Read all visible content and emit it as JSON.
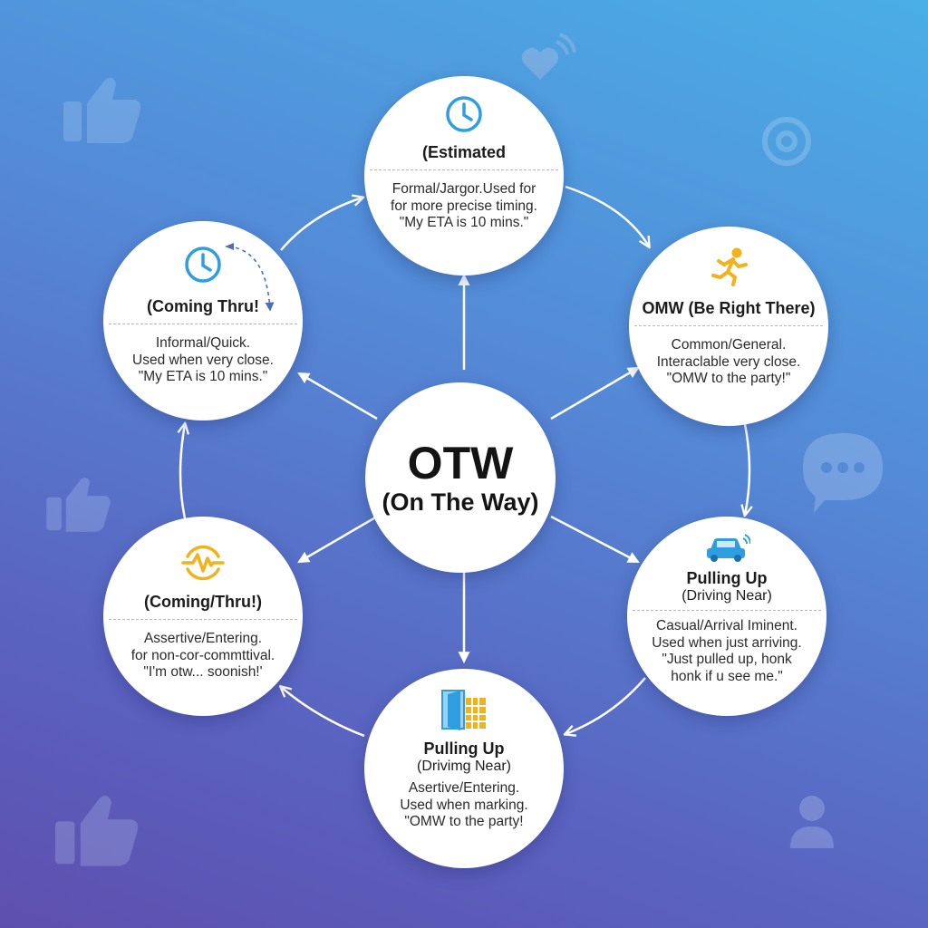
{
  "center": {
    "title": "OTW",
    "subtitle": "(On The Way)"
  },
  "nodes": [
    {
      "id": "top",
      "icon": "clock-icon",
      "icon_color": "#2f9ee0",
      "title": "(Estimated",
      "lines": [
        "Formal/Jargor.Used for",
        "for more precise timing.",
        "\"My ETA is 10 mins.\""
      ]
    },
    {
      "id": "upper-right",
      "icon": "running-person-icon",
      "icon_color": "#f2b21c",
      "title": "OMW (Be Right There)",
      "lines": [
        "Common/General.",
        "Interaclable very close.",
        "\"OMW to the party!\""
      ]
    },
    {
      "id": "lower-right",
      "icon": "car-icon",
      "icon_color": "#2f9ee0",
      "title": "Pulling Up",
      "subtitle": "(Driving Near)",
      "lines": [
        "Casual/Arrival Iminent.",
        "Used when just arriving.",
        "\"Just pulled up, honk",
        "honk if u see me.\""
      ]
    },
    {
      "id": "bottom",
      "icon": "door-icon",
      "icon_color": "#2f9ee0",
      "title": "Pulling Up",
      "subtitle": "(Drivimg Near)",
      "lines": [
        "Asertive/Entering.",
        "Used when marking.",
        "\"OMW to the party!"
      ]
    },
    {
      "id": "lower-left",
      "icon": "pulse-icon",
      "icon_color": "#f2b21c",
      "title": "(Coming/Thru!)",
      "lines": [
        "Assertive/Entering.",
        "for non-cor-commttival.",
        "\"I'm otw... soonish!'"
      ]
    },
    {
      "id": "upper-left",
      "icon": "clock-icon",
      "icon_color": "#2f9ee0",
      "title": "(Coming Thru!",
      "lines": [
        "Informal/Quick.",
        "Used when very close.",
        "\"My ETA is 10 mins.\""
      ]
    }
  ],
  "background_icons": [
    "thumbs-up-icon",
    "heart-wifi-icon",
    "at-sign-icon",
    "chat-bubble-icon",
    "person-icon"
  ]
}
